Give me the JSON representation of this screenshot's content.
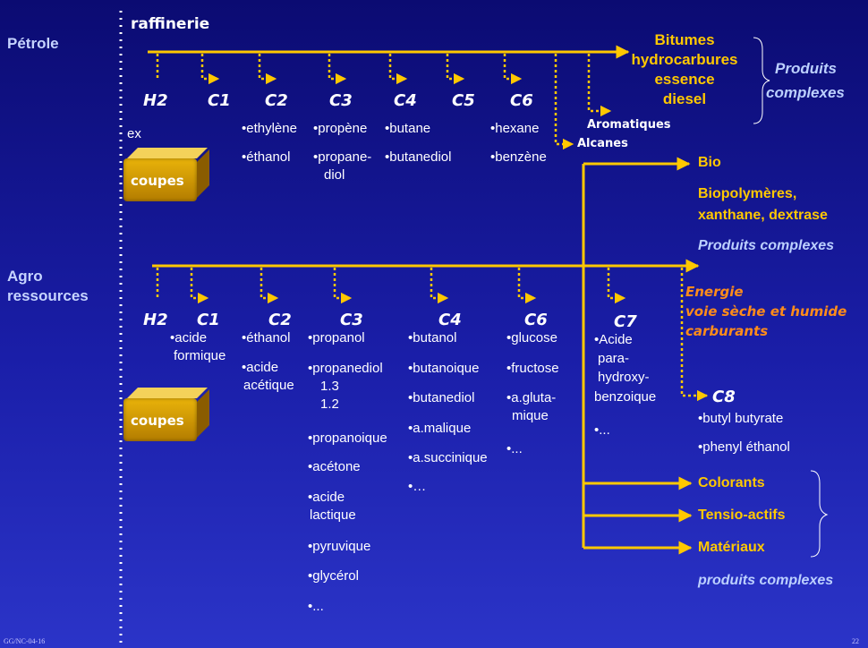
{
  "left": {
    "petrole": "Pétrole",
    "agro_line1": "Agro",
    "agro_line2": "ressources"
  },
  "petrole": {
    "raffinerie": "raffinerie",
    "nodes": [
      "H2",
      "C1",
      "C2",
      "C3",
      "C4",
      "C5",
      "C6"
    ],
    "ex": "ex",
    "c2_items": [
      "•ethylène",
      "•éthanol"
    ],
    "c3_items": [
      "•propène",
      "•propane-",
      "diol"
    ],
    "c4_items": [
      "•butane",
      "•butanediol"
    ],
    "c6_items": [
      "•hexane",
      "•benzène"
    ],
    "aromatiques": "Aromatiques",
    "alcanes": "Alcanes",
    "top_products": [
      "Bitumes",
      "hydrocarbures",
      "essence",
      "diesel"
    ],
    "produits_complexes": [
      "Produits",
      "complexes"
    ],
    "coupes": "coupes"
  },
  "branches": {
    "bio": "Bio",
    "biopolymeres": [
      "Biopolymères,",
      "xanthane, dextrase"
    ],
    "produits_complexes": "Produits complexes",
    "energie": [
      "Energie",
      "voie sèche et humide",
      "carburants"
    ],
    "colorants": "Colorants",
    "tensio": "Tensio-actifs",
    "materiaux": "Matériaux",
    "produits_complexes_low": "produits complexes"
  },
  "agro": {
    "nodes": [
      "H2",
      "C1",
      "C2",
      "C3",
      "C4",
      "C6",
      "C7",
      "C8"
    ],
    "c1_items": [
      "•acide",
      "formique"
    ],
    "c2_items": [
      "•éthanol",
      "•acide",
      "acétique"
    ],
    "c3_items": [
      "•propanol",
      "•propanediol",
      "1.3",
      "1.2",
      "•propanoique",
      "•acétone",
      "•acide",
      "lactique",
      "•pyruvique",
      "•glycérol",
      "•..."
    ],
    "c4_items": [
      "•butanol",
      "•butanoique",
      "•butanediol",
      "•a.malique",
      "•a.succinique",
      "•…"
    ],
    "c6_items": [
      "•glucose",
      "•fructose",
      "•a.gluta-",
      "mique",
      "•..."
    ],
    "c7_items": [
      "•Acide",
      "para-",
      "hydroxy-",
      "benzoique",
      "•..."
    ],
    "c8_items": [
      "•butyl butyrate",
      "•phenyl éthanol"
    ],
    "coupes": "coupes"
  },
  "footer": {
    "left": "GG/NC-04-16",
    "right": "22"
  },
  "colors": {
    "arrow": "#ffc800",
    "label_blue": "#bcd0ff",
    "energy": "#ff8c1a"
  }
}
